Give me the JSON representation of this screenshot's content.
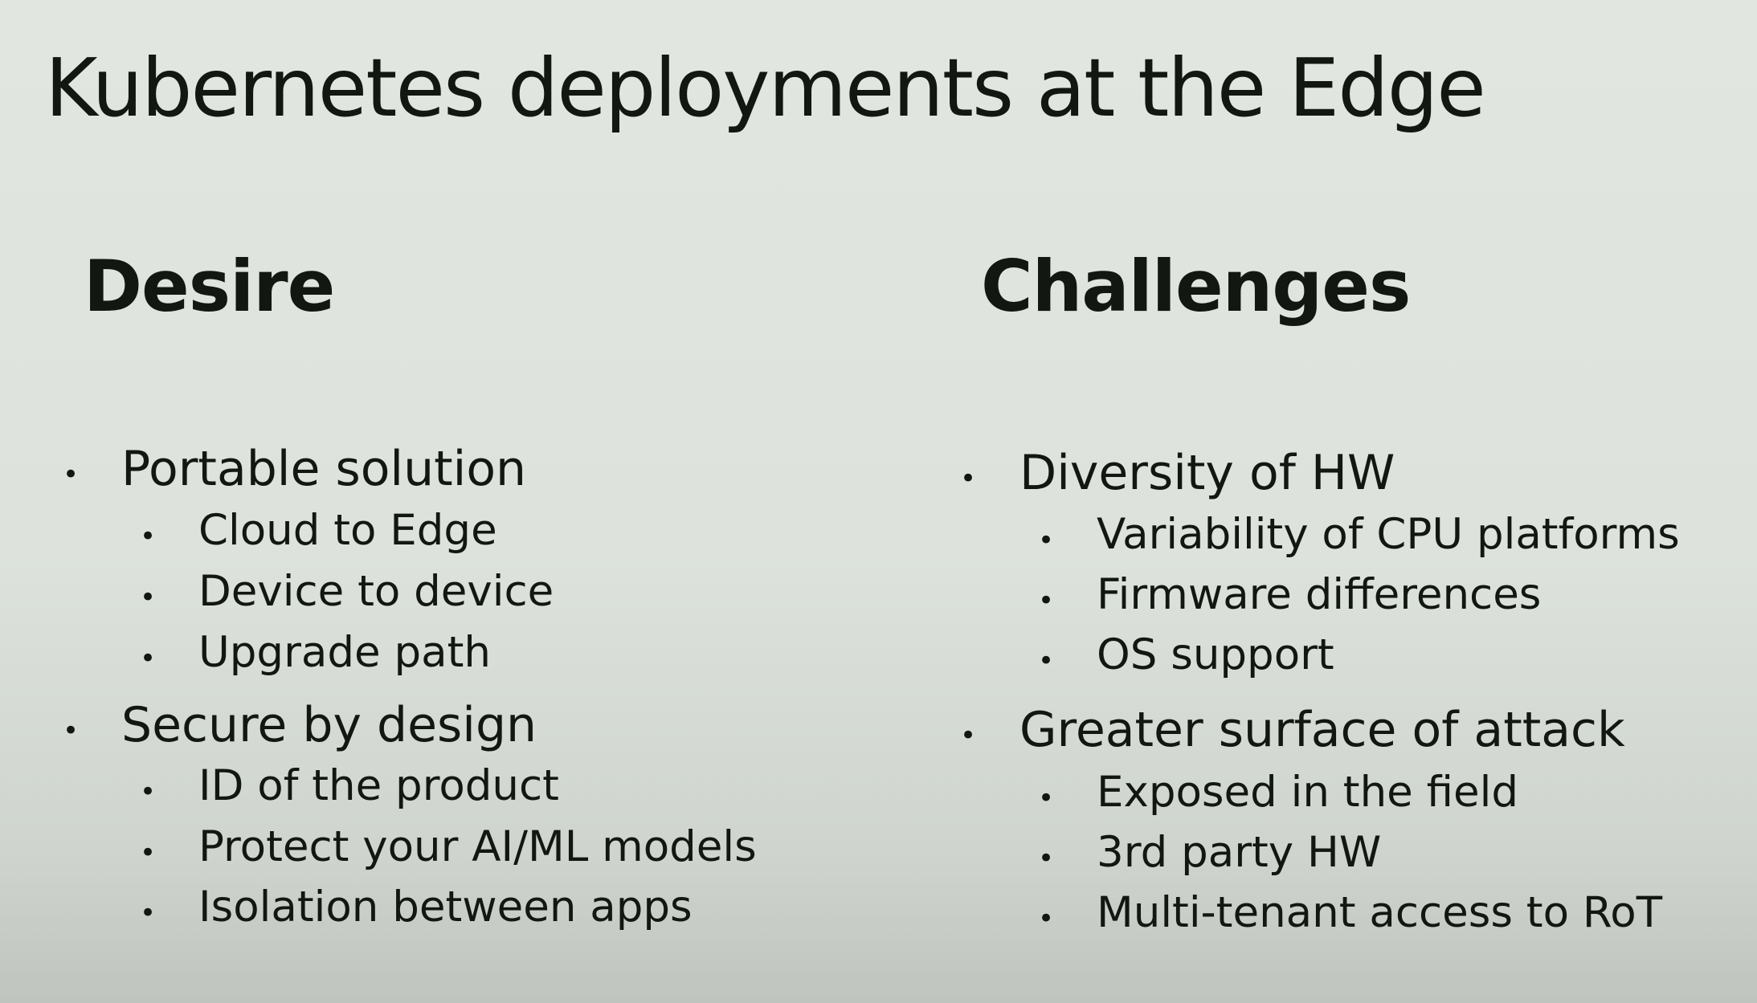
{
  "slide": {
    "title": "Kubernetes deployments at the Edge",
    "columns": [
      {
        "heading": "Desire",
        "groups": [
          {
            "label": "Portable solution",
            "subitems": [
              "Cloud to Edge",
              "Device to device",
              "Upgrade path"
            ]
          },
          {
            "label": "Secure by design",
            "subitems": [
              "ID of the product",
              "Protect your AI/ML models",
              "Isolation between apps"
            ]
          }
        ]
      },
      {
        "heading": "Challenges",
        "groups": [
          {
            "label": "Diversity of HW",
            "subitems": [
              "Variability of CPU platforms",
              "Firmware differences",
              "OS support"
            ]
          },
          {
            "label": "Greater surface of attack",
            "subitems": [
              "Exposed in the field",
              "3rd party HW",
              "Multi-tenant access to RoT"
            ]
          }
        ]
      }
    ],
    "bullet_symbol": "•"
  }
}
